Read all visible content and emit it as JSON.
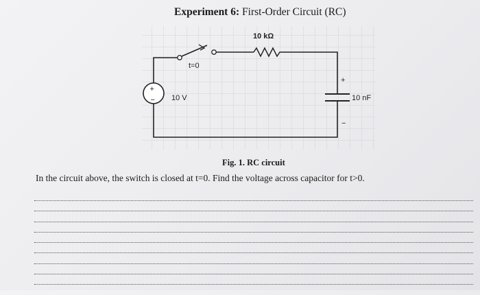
{
  "title": {
    "bold": "Experiment 6:",
    "rest": " First-Order Circuit (RC)"
  },
  "circuit": {
    "resistor_label": "10 kΩ",
    "switch_label": "t=0",
    "source_label": "10 V",
    "capacitor_label": "10 nF",
    "source_plus": "+",
    "source_minus": "−",
    "cap_plus": "+",
    "cap_minus": "−"
  },
  "figure_caption": "Fig. 1. RC circuit",
  "question": "In the circuit above, the switch is closed at t=0. Find the voltage across capacitor for t>0.",
  "answer_line_count": 9
}
